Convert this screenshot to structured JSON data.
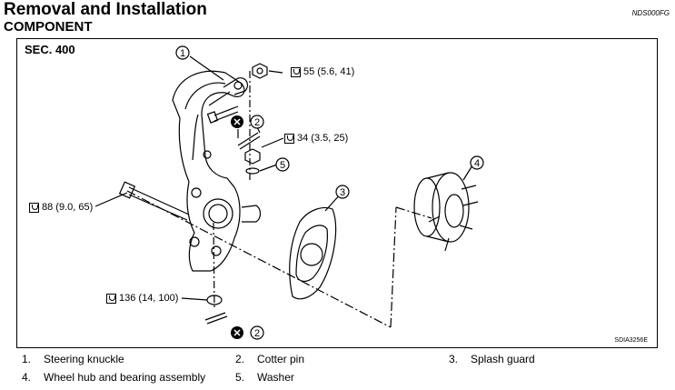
{
  "header": {
    "title": "Removal and Installation",
    "subtitle": "COMPONENT",
    "doc_code": "NDS000FG"
  },
  "diagram": {
    "section": "SEC. 400",
    "figure_code": "SDIA3256E",
    "callouts": [
      "1",
      "2",
      "3",
      "4",
      "5",
      "2"
    ],
    "torques": {
      "t1": "55 (5.6, 41)",
      "t2": "34 (3.5, 25)",
      "t3": "88 (9.0, 65)",
      "t4": "136 (14, 100)"
    }
  },
  "legend": {
    "items": [
      {
        "num": "1.",
        "label": "Steering knuckle"
      },
      {
        "num": "2.",
        "label": "Cotter pin"
      },
      {
        "num": "3.",
        "label": "Splash guard"
      },
      {
        "num": "4.",
        "label": "Wheel hub and bearing assembly"
      },
      {
        "num": "5.",
        "label": "Washer"
      }
    ]
  }
}
